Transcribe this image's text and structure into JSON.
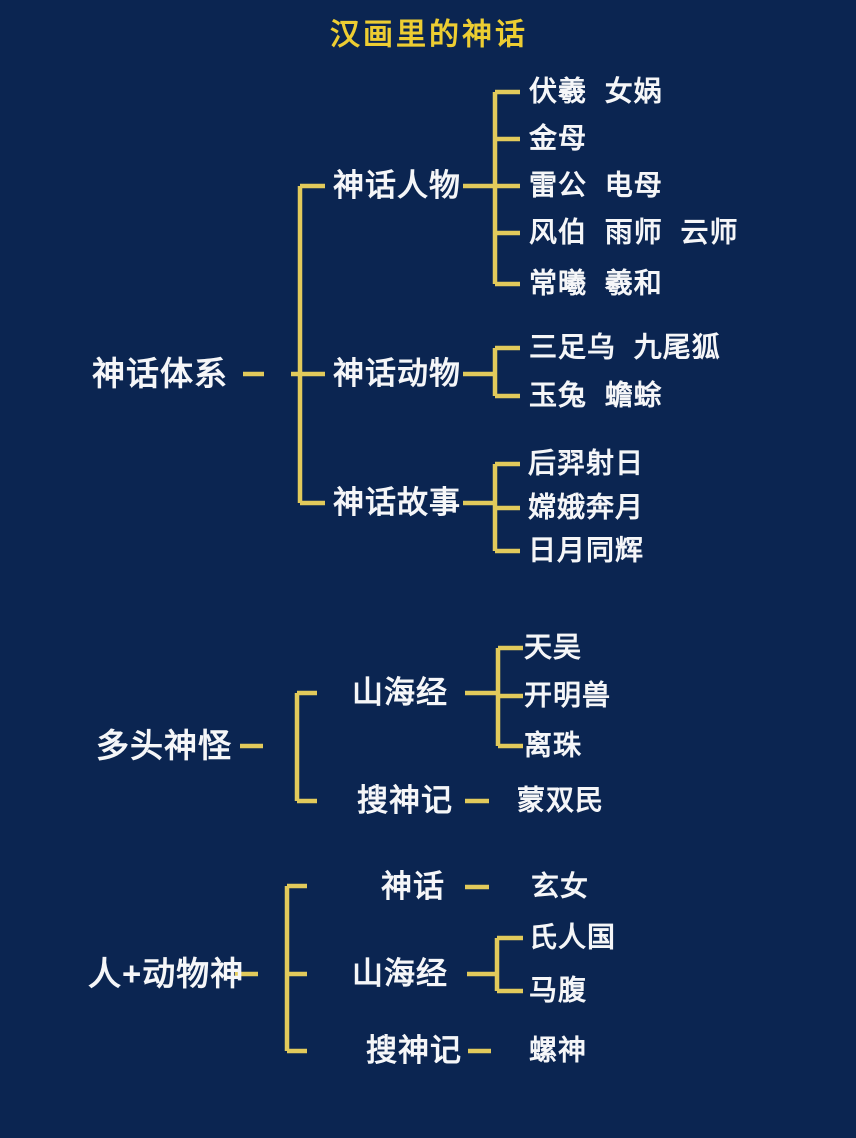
{
  "title": "汉画里的神话",
  "colors": {
    "background": "#0b2551",
    "connector_line": "#e2ca5b",
    "title_text": "#edcd32",
    "body_text": "#f5f6f8"
  },
  "tree": [
    {
      "label": "神话体系",
      "children": [
        {
          "label": "神话人物",
          "children": [
            "伏羲 女娲",
            "金母",
            "雷公 电母",
            "风伯 雨师 云师",
            "常曦 羲和"
          ]
        },
        {
          "label": "神话动物",
          "children": [
            "三足乌 九尾狐",
            "玉兔 蟾蜍"
          ]
        },
        {
          "label": "神话故事",
          "children": [
            "后羿射日",
            "嫦娥奔月",
            "日月同辉"
          ]
        }
      ]
    },
    {
      "label": "多头神怪",
      "children": [
        {
          "label": "山海经",
          "children": [
            "天吴",
            "开明兽",
            "离珠"
          ]
        },
        {
          "label": "搜神记",
          "children": [
            "蒙双民"
          ]
        }
      ]
    },
    {
      "label": "人+动物神",
      "children": [
        {
          "label": "神话",
          "children": [
            "玄女"
          ]
        },
        {
          "label": "山海经",
          "children": [
            "氏人国",
            "马腹"
          ]
        },
        {
          "label": "搜神记",
          "children": [
            "螺神"
          ]
        }
      ]
    }
  ]
}
